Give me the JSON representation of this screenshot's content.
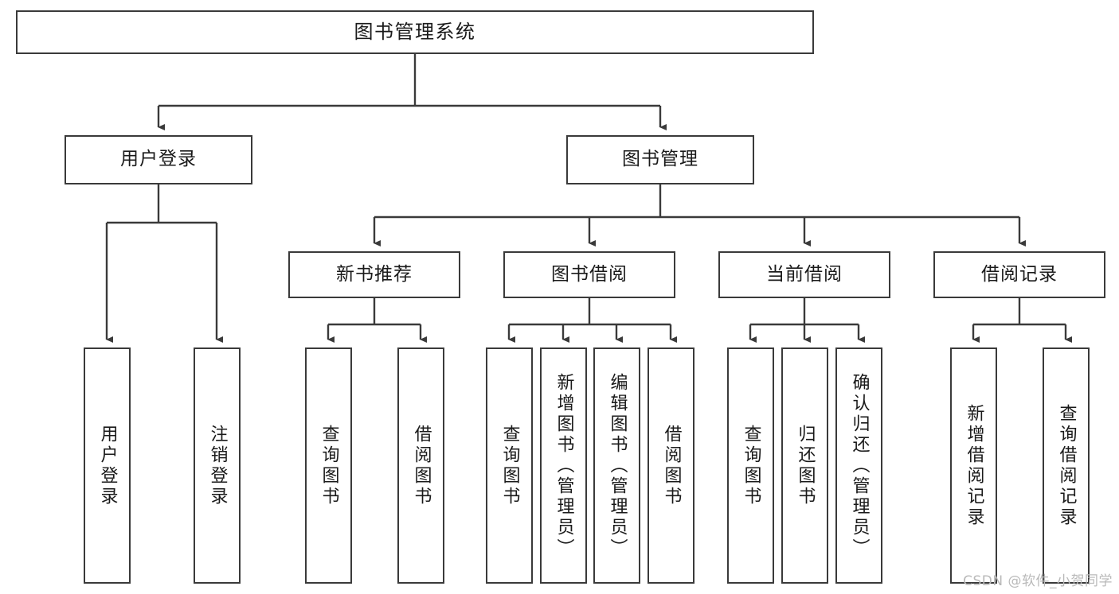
{
  "diagram": {
    "type": "tree-hierarchy",
    "title": "图书管理系统",
    "watermark": "CSDN @软件_小贺同学",
    "colors": {
      "background": "#ffffff",
      "node_border": "#3a3a3a",
      "node_fill": "#ffffff",
      "edge": "#3a3a3a",
      "text": "#1a1a1a",
      "watermark": "#b9b9b9"
    },
    "levels": {
      "root": {
        "label": "图书管理系统"
      },
      "level2": [
        {
          "id": "user-login",
          "label": "用户登录"
        },
        {
          "id": "book-manage",
          "label": "图书管理"
        }
      ],
      "level3": [
        {
          "id": "new-book-rec",
          "label": "新书推荐",
          "parent": "book-manage"
        },
        {
          "id": "book-borrow",
          "label": "图书借阅",
          "parent": "book-manage"
        },
        {
          "id": "current-borrow",
          "label": "当前借阅",
          "parent": "book-manage"
        },
        {
          "id": "borrow-record",
          "label": "借阅记录",
          "parent": "book-manage"
        }
      ],
      "leaves": [
        {
          "id": "leaf-user-login",
          "label": "用户登录",
          "parent": "user-login"
        },
        {
          "id": "leaf-logout",
          "label": "注销登录",
          "parent": "user-login"
        },
        {
          "id": "leaf-rec-query-book",
          "label": "查询图书",
          "parent": "new-book-rec"
        },
        {
          "id": "leaf-rec-borrow-book",
          "label": "借阅图书",
          "parent": "new-book-rec"
        },
        {
          "id": "leaf-borrow-query-book",
          "label": "查询图书",
          "parent": "book-borrow"
        },
        {
          "id": "leaf-add-book",
          "label": "新增图书（管理员）",
          "parent": "book-borrow"
        },
        {
          "id": "leaf-edit-book",
          "label": "编辑图书（管理员）",
          "parent": "book-borrow"
        },
        {
          "id": "leaf-borrow-book",
          "label": "借阅图书",
          "parent": "book-borrow"
        },
        {
          "id": "leaf-cur-query-book",
          "label": "查询图书",
          "parent": "current-borrow"
        },
        {
          "id": "leaf-return-book",
          "label": "归还图书",
          "parent": "current-borrow"
        },
        {
          "id": "leaf-confirm-return",
          "label": "确认归还（管理员）",
          "parent": "current-borrow"
        },
        {
          "id": "leaf-add-record",
          "label": "新增借阅记录",
          "parent": "borrow-record"
        },
        {
          "id": "leaf-query-record",
          "label": "查询借阅记录",
          "parent": "borrow-record"
        }
      ]
    }
  }
}
